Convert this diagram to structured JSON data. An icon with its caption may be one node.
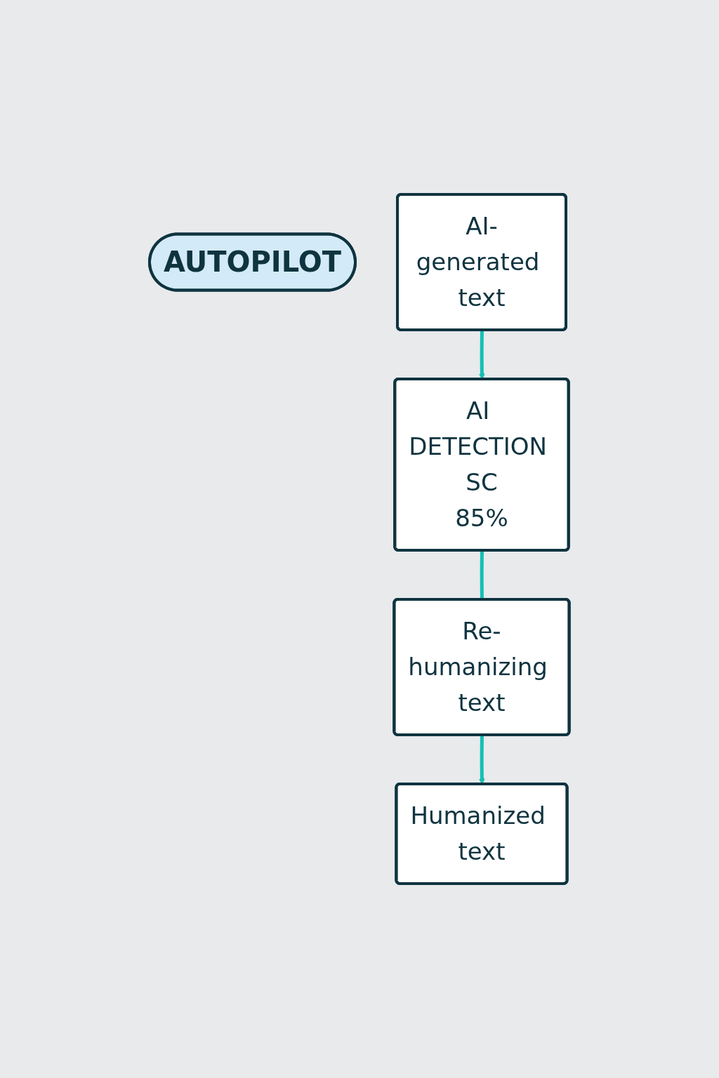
{
  "diagram": {
    "nodes": [
      {
        "text": [
          "AUTOPILOT"
        ]
      },
      {
        "text": [
          "AI-generated text"
        ]
      },
      {
        "text": [
          "AI DETECTION SC",
          "85%"
        ]
      },
      {
        "text": [
          "Re-humanizing text"
        ]
      },
      {
        "text": [
          "Humanized text"
        ]
      }
    ],
    "edges": [
      {
        "from": 1,
        "to": 2,
        "arrow": "to"
      },
      {
        "from": 2,
        "to": 3,
        "arrow": "none"
      },
      {
        "from": 3,
        "to": 4,
        "arrow": "to"
      }
    ]
  }
}
